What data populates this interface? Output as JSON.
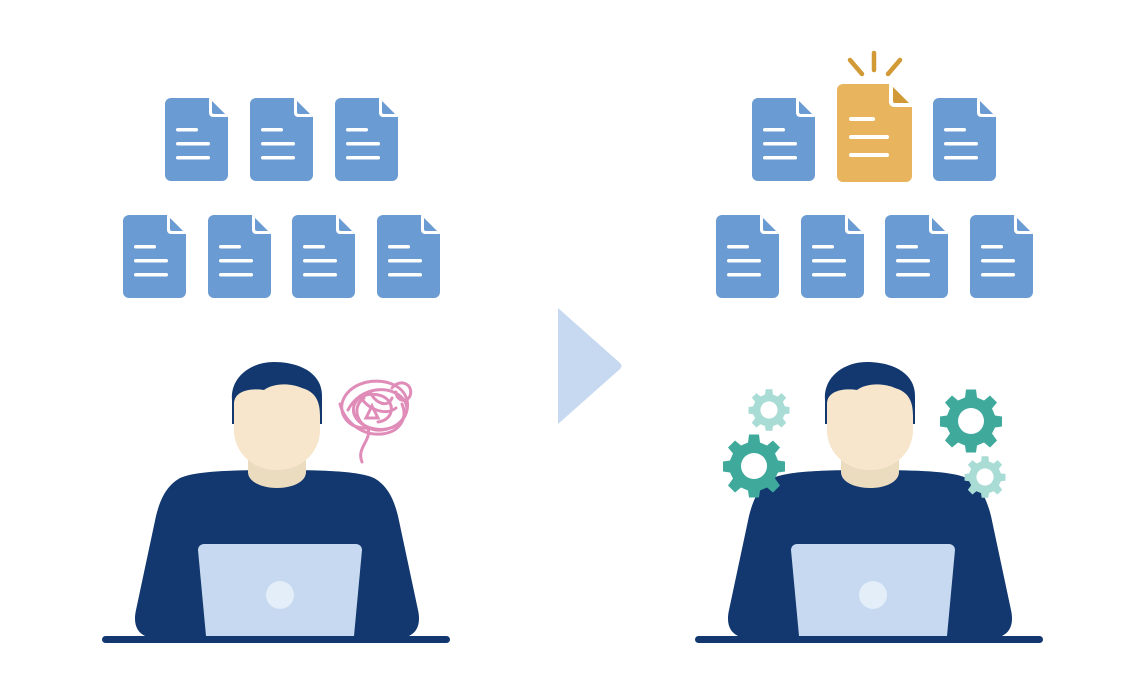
{
  "illustration": {
    "title": "",
    "before": {
      "label": "",
      "documents_row1": 3,
      "documents_row2": 4,
      "thought": "tangled-scribble"
    },
    "after": {
      "label": "",
      "documents_row1": 3,
      "documents_row2": 4,
      "highlighted_document_index": 1,
      "thought": "gears"
    },
    "arrow": "next-arrow"
  },
  "colors": {
    "background": "#ffffff",
    "document_blue": "#6b9bd3",
    "document_gold": "#e8b55e",
    "document_gold_fold": "#d29a36",
    "sparkle": "#d29a36",
    "person_navy": "#12386f",
    "skin": "#f7e6cc",
    "neck_shadow": "#ecdcbf",
    "laptop": "#c6d9f0",
    "laptop_logo": "#e3eef9",
    "arrow": "#c6d9f0",
    "scribble": "#e08cb9",
    "gear_dark": "#3faa9c",
    "gear_light": "#a8dcd4"
  }
}
